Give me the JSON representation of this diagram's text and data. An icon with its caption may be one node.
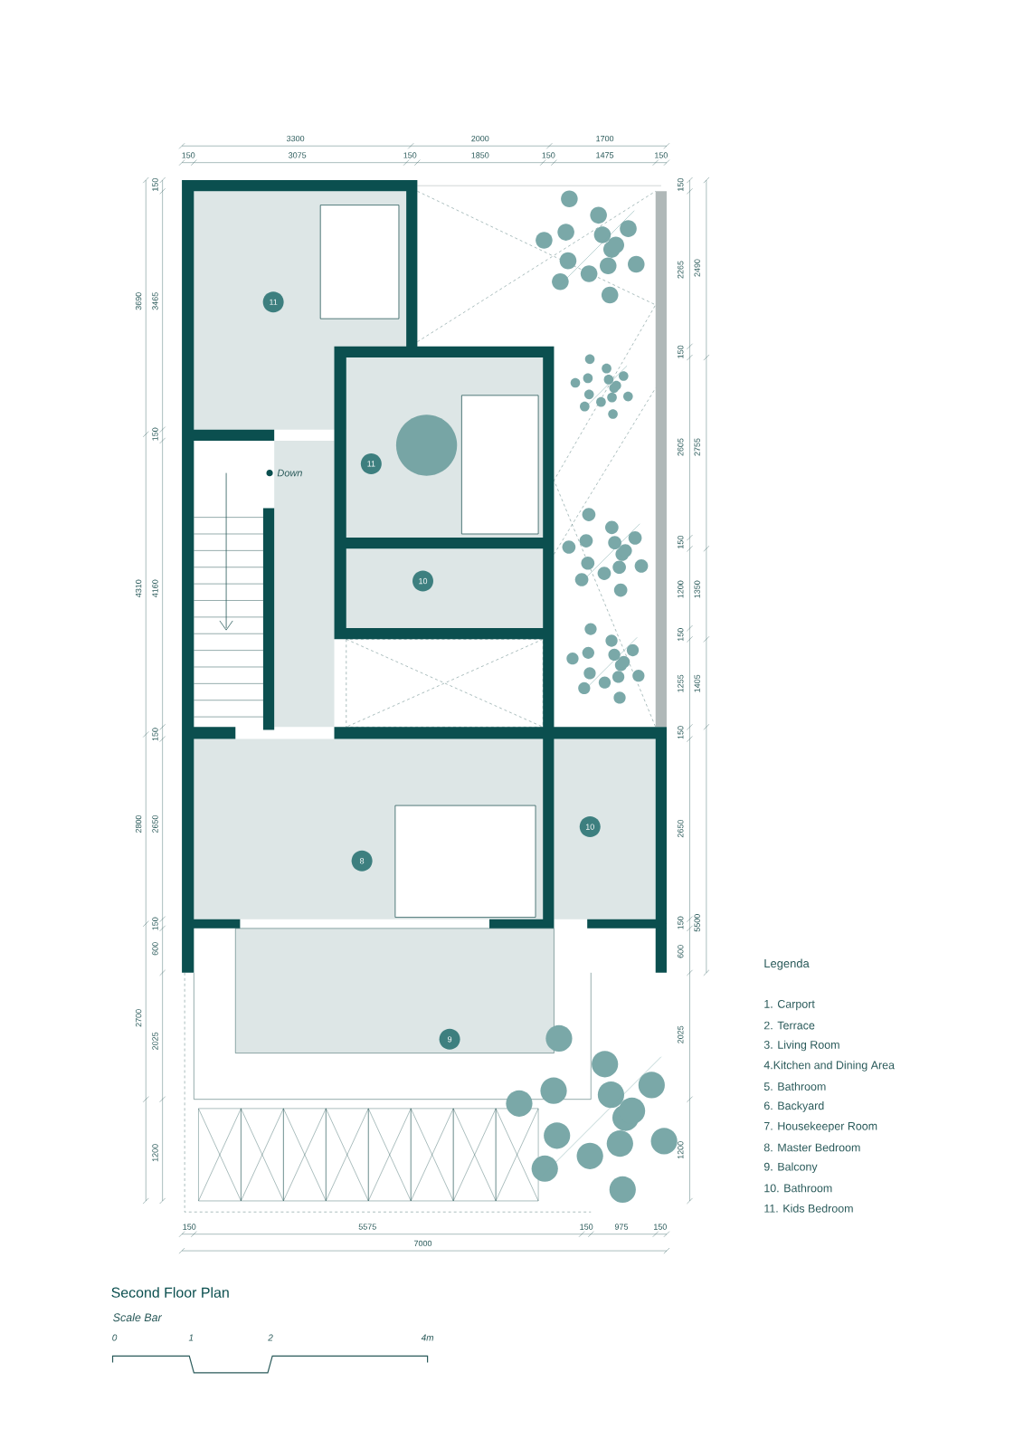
{
  "diagram": {
    "title": "Second Floor Plan",
    "nodes": [
      {
        "text": [
          "11"
        ]
      },
      {
        "text": [
          "11"
        ]
      },
      {
        "text": [
          "10"
        ]
      },
      {
        "text": [
          "8"
        ]
      },
      {
        "text": [
          "10"
        ]
      },
      {
        "text": [
          "9"
        ]
      }
    ],
    "labels": [
      "3300",
      "2000",
      "1700",
      "150",
      "3075",
      "150",
      "1850",
      "150",
      "1475",
      "150",
      "3690",
      "4310",
      "2800",
      "2700",
      "150",
      "3465",
      "150",
      "4160",
      "150",
      "2650",
      "150",
      "600",
      "2025",
      "1200",
      "150",
      "2265",
      "150",
      "2605",
      "150",
      "1200",
      "150",
      "1255",
      "150",
      "2650",
      "150",
      "600",
      "2025",
      "1200",
      "2490",
      "2755",
      "1350",
      "1405",
      "5500",
      "150",
      "5575",
      "150",
      "975",
      "150",
      "7000",
      "Down",
      "Legenda",
      "1. Carport",
      "2. Terrace",
      "3. Living Room",
      "4.Kitchen and Dining Area",
      "5. Bathroom",
      "6. Backyard",
      "7. Housekeeper Room",
      "8. Master Bedroom",
      "9. Balcony",
      "10. Bathroom",
      "11. Kids Bedroom",
      "Scale Bar",
      "0",
      "1",
      "2",
      "4m"
    ]
  }
}
